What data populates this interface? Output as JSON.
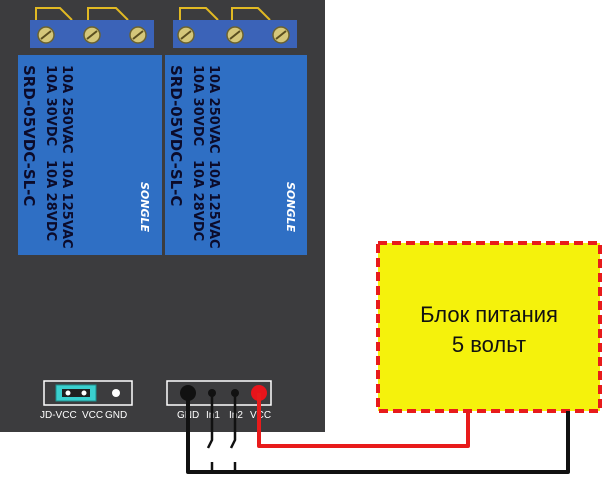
{
  "relays": [
    {
      "brand": "SONGLE",
      "model": "SRD-05VDC-SL-C",
      "rating_ac": "10A 250VAC",
      "rating_ac2": "10A 125VAC",
      "rating_dc": "10A 30VDC",
      "rating_dc2": "10A 28VDC"
    },
    {
      "brand": "SONGLE",
      "model": "SRD-05VDC-SL-C",
      "rating_ac": "10A 250VAC",
      "rating_ac2": "10A 125VAC",
      "rating_dc": "10A 30VDC",
      "rating_dc2": "10A 28VDC"
    }
  ],
  "jumper_header": {
    "labels": [
      "JD-VCC",
      "VCC",
      "GND"
    ]
  },
  "input_header": {
    "labels": [
      "GND",
      "In1",
      "In2",
      "VCC"
    ]
  },
  "power_supply": {
    "line1": "Блок питания",
    "line2": "5 вольт"
  },
  "colors": {
    "board": "#3c3c3e",
    "relay_body": "#2f6fc4",
    "terminal": "#3b63b8",
    "wire_power": "#e8141b",
    "wire_ground": "#111111",
    "psu_fill": "#f5f20c",
    "psu_border": "#e81b1b",
    "jumper_cap": "#3ad0cf"
  }
}
